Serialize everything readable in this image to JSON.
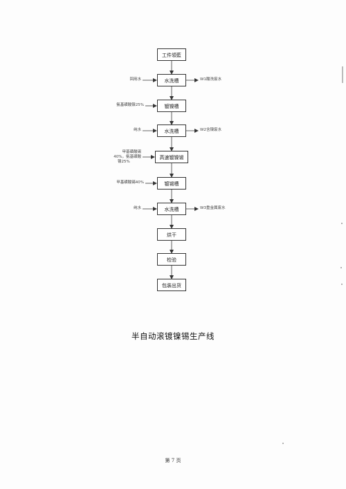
{
  "flow": {
    "steps": [
      "工件領藍",
      "水洗槽",
      "镀镍槽",
      "水洗槽",
      "高速镀镍锡",
      "镀锡槽",
      "水洗槽",
      "烘干",
      "检验",
      "包装出货"
    ],
    "inputs": {
      "step1": "回用水",
      "step2": "氨基磺酸镍25%",
      "step3": "纯水",
      "step4_line1": "甲基磺酸锡",
      "step4_line2": "40%，氨基磺酸",
      "step4_line3": "镍25%",
      "step5": "甲基磺酸锡40%",
      "step6": "纯水"
    },
    "outputs": {
      "step1": "W1酸洗废水",
      "step3": "W2含镍废水",
      "step6": "W3重金属废水"
    }
  },
  "caption": "半自动滚镀镍锡生产线",
  "page_number": "第 7 页",
  "colors": {
    "line": "#333333",
    "paper": "#fdfdfd"
  }
}
